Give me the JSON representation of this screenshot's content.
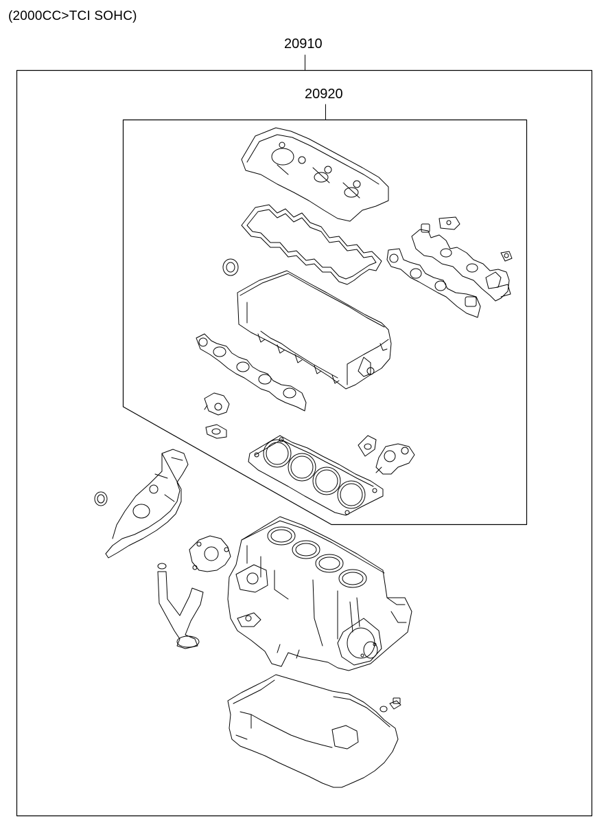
{
  "header": {
    "engine_spec": "(2000CC>TCI SOHC)"
  },
  "callouts": {
    "outer_kit_part_no": "20910",
    "inner_kit_part_no": "20920"
  }
}
